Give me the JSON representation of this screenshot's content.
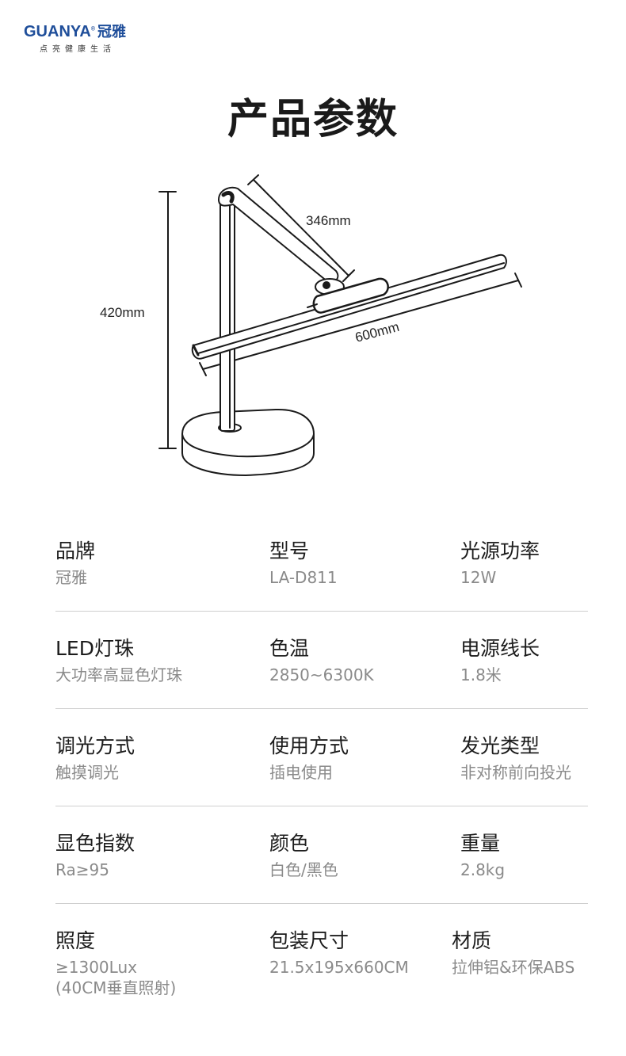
{
  "brand": {
    "logo_text": "GUANYA",
    "logo_cn": "冠雅",
    "reg_mark": "®",
    "tagline": "点亮健康生活"
  },
  "title": "产品参数",
  "dimensions": {
    "arm": "346mm",
    "height": "420mm",
    "bar": "600mm"
  },
  "specs": [
    [
      {
        "label": "品牌",
        "value": "冠雅"
      },
      {
        "label": "型号",
        "value": "LA-D811"
      },
      {
        "label": "光源功率",
        "value": "12W"
      }
    ],
    [
      {
        "label": "LED灯珠",
        "value": "大功率高显色灯珠"
      },
      {
        "label": "色温",
        "value": "2850~6300K"
      },
      {
        "label": "电源线长",
        "value": "1.8米"
      }
    ],
    [
      {
        "label": "调光方式",
        "value": "触摸调光"
      },
      {
        "label": "使用方式",
        "value": "插电使用"
      },
      {
        "label": "发光类型",
        "value": "非对称前向投光"
      }
    ],
    [
      {
        "label": "显色指数",
        "value": "Ra≥95"
      },
      {
        "label": "颜色",
        "value": "白色/黑色"
      },
      {
        "label": "重量",
        "value": "2.8kg"
      }
    ],
    [
      {
        "label": "照度",
        "value": "≥1300Lux",
        "value2": "(40CM垂直照射)"
      },
      {
        "label": "包装尺寸",
        "value": "21.5x195x660CM"
      },
      {
        "label": "材质",
        "value": "拉伸铝&环保ABS"
      }
    ]
  ]
}
